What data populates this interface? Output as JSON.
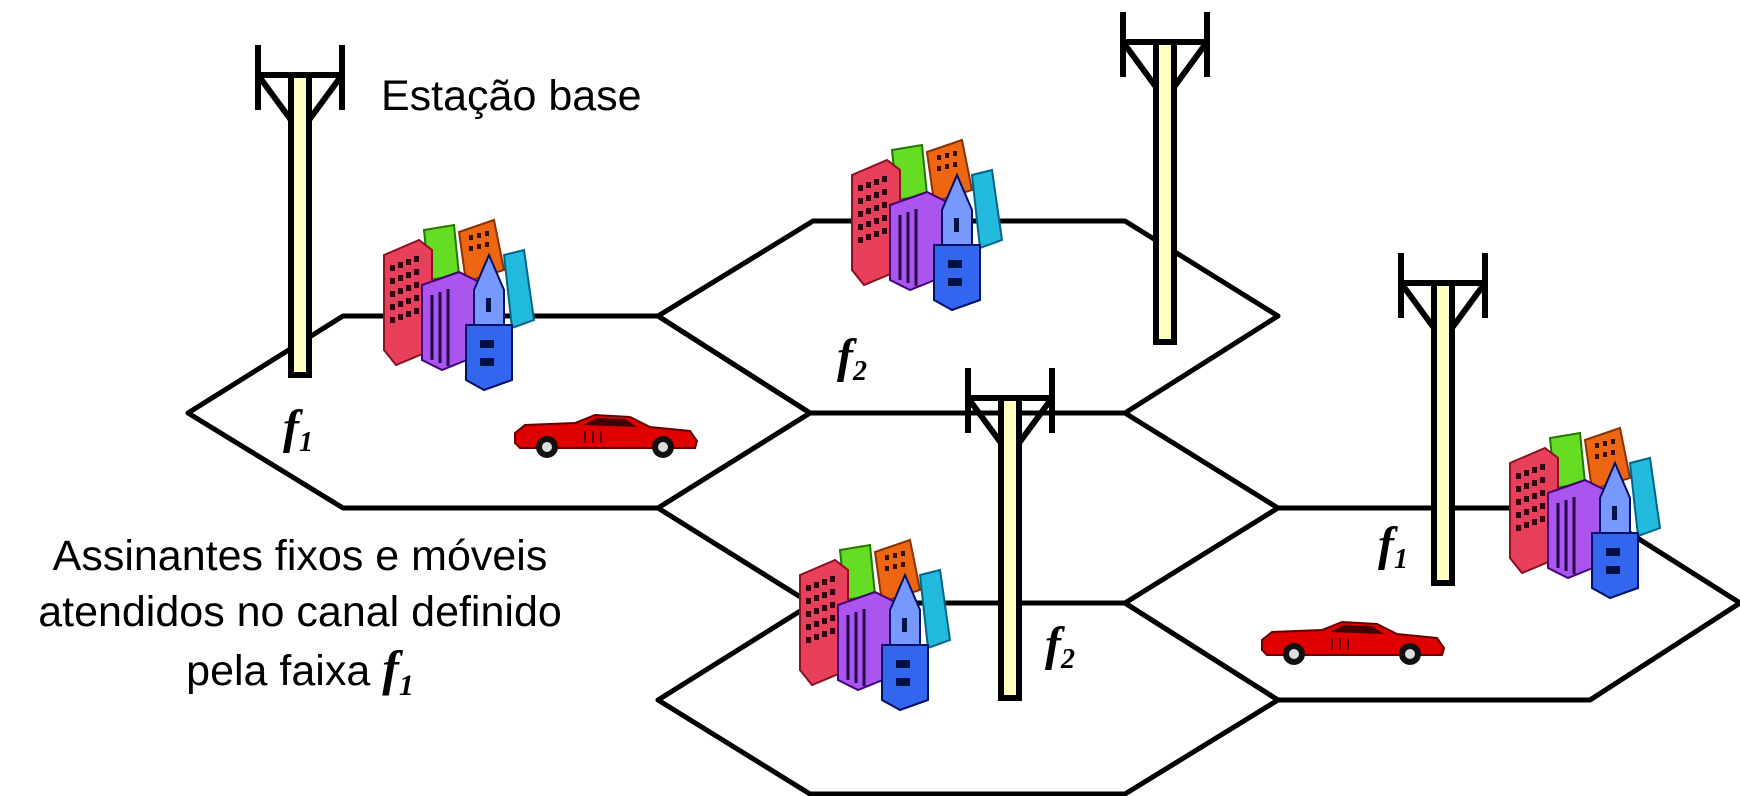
{
  "labels": {
    "base_station": "Estação base",
    "caption_line1": "Assinantes fixos e móveis",
    "caption_line2": "atendidos no canal definido",
    "caption_line3": "pela faixa",
    "caption_freq_symbol": "f",
    "caption_freq_sub": "1"
  },
  "cells": [
    {
      "id": "cell-1",
      "freq_symbol": "f",
      "freq_sub": "1"
    },
    {
      "id": "cell-2",
      "freq_symbol": "f",
      "freq_sub": "2"
    },
    {
      "id": "cell-3",
      "freq_symbol": "f",
      "freq_sub": "2"
    },
    {
      "id": "cell-4",
      "freq_symbol": "f",
      "freq_sub": "1"
    }
  ],
  "colors": {
    "cell_outline": "#000000",
    "tower_fill": "#ffffc0",
    "car": "#e00000"
  },
  "icons": [
    "tower-icon",
    "buildings-icon",
    "car-icon"
  ]
}
